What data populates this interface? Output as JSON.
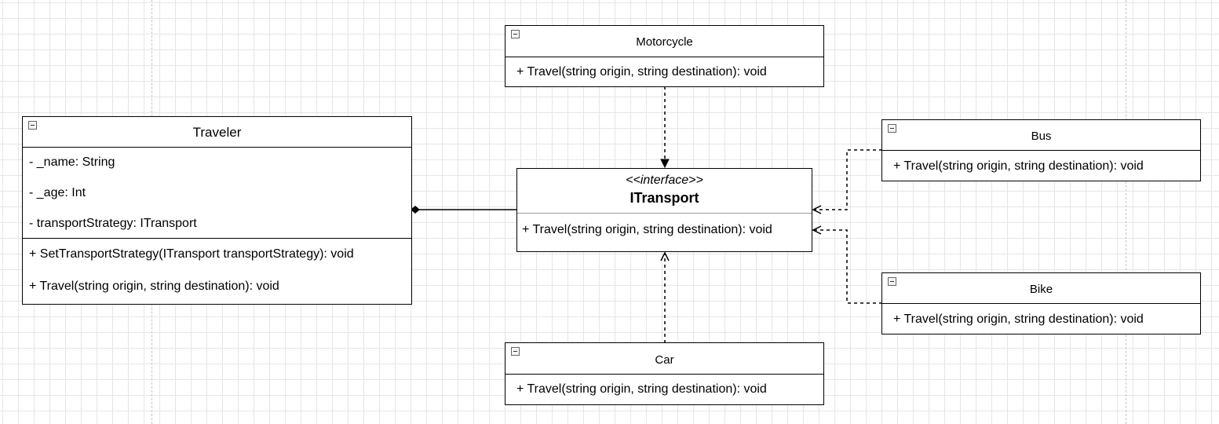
{
  "diagram": {
    "traveler": {
      "name": "Traveler",
      "attributes": [
        "- _name: String",
        "- _age: Int",
        "- transportStrategy: ITransport"
      ],
      "methods": [
        "+ SetTransportStrategy(ITransport transportStrategy): void",
        "+ Travel(string origin, string destination): void"
      ]
    },
    "itransport": {
      "stereotype": "<<interface>>",
      "name": "ITransport",
      "method": "+ Travel(string origin, string destination): void"
    },
    "motorcycle": {
      "name": "Motorcycle",
      "method": "+ Travel(string origin, string destination): void"
    },
    "bus": {
      "name": "Bus",
      "method": "+ Travel(string origin, string destination): void"
    },
    "bike": {
      "name": "Bike",
      "method": "+ Travel(string origin, string destination): void"
    },
    "car": {
      "name": "Car",
      "method": "+ Travel(string origin, string destination): void"
    }
  }
}
